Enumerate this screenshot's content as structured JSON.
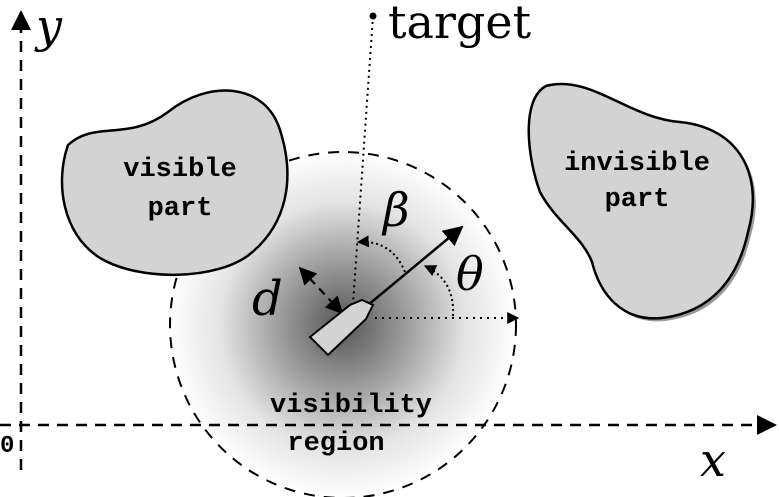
{
  "axes": {
    "x_label": "x",
    "y_label": "y",
    "origin_label": "0"
  },
  "target": {
    "label": "target"
  },
  "obstacles": {
    "visible": {
      "line1": "visible",
      "line2": "part"
    },
    "invisible": {
      "line1": "invisible",
      "line2": "part"
    }
  },
  "visibility_region": {
    "line1": "visibility",
    "line2": "region"
  },
  "symbols": {
    "distance": "d",
    "bearing_angle": "β",
    "heading_angle": "θ"
  },
  "colors": {
    "stroke": "#000000",
    "obstacle_fill": "#d3d3d3",
    "region_center": "#555555",
    "region_edge": "#ffffff"
  }
}
